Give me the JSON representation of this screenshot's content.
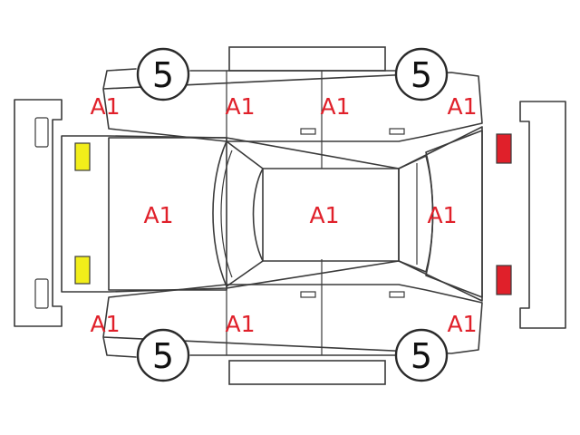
{
  "colors": {
    "damage_mark": "#e0202a",
    "front_lamps": "#f2ee1a",
    "rear_lamps": "#e0202a",
    "outline": "#3a3a3a"
  },
  "tires": {
    "front_left": "5",
    "front_right": "5",
    "rear_left": "5",
    "rear_right": "5"
  },
  "marks": {
    "front_upper_corner": "A1",
    "front_left_door": "A1",
    "rear_left_door": "A1",
    "rear_upper_corner": "A1",
    "hood": "A1",
    "roof": "A1",
    "trunk": "A1",
    "front_lower_corner": "A1",
    "front_right_door": "A1",
    "rear_lower_corner": "A1"
  }
}
